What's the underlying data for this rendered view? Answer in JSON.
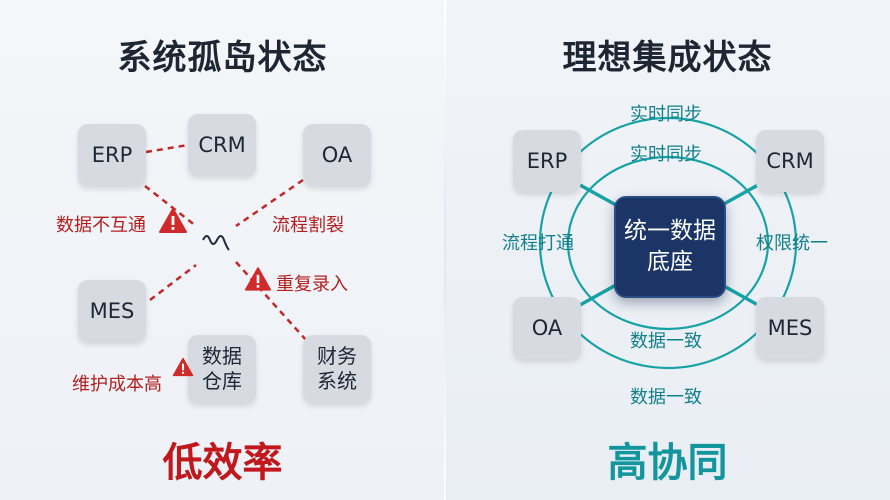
{
  "left": {
    "title": "系统孤岛状态",
    "systems": {
      "erp": "ERP",
      "crm": "CRM",
      "oa": "OA",
      "mes": "MES",
      "warehouse": [
        "数据",
        "仓库"
      ],
      "finance": [
        "财务",
        "系统"
      ]
    },
    "issues": {
      "data_silo": "数据不互通",
      "process_split": "流程割裂",
      "duplicate_entry": "重复录入",
      "maintenance_cost": "维护成本高"
    },
    "result": "低效率"
  },
  "right": {
    "title": "理想集成状态",
    "hub": [
      "统一数据",
      "底座"
    ],
    "systems": {
      "erp": "ERP",
      "crm": "CRM",
      "oa": "OA",
      "mes": "MES"
    },
    "links": {
      "sync_outer": "实时同步",
      "sync_inner": "实时同步",
      "process_connected": "流程打通",
      "permission_unified": "权限统一",
      "consistent_inner": "数据一致",
      "consistent_outer": "数据一致"
    },
    "result": "高协同"
  },
  "colors": {
    "problem_red": "#b41e1e",
    "integration_teal": "#12959d",
    "hub_navy": "#1a3566",
    "title_dark": "#1e2533"
  }
}
